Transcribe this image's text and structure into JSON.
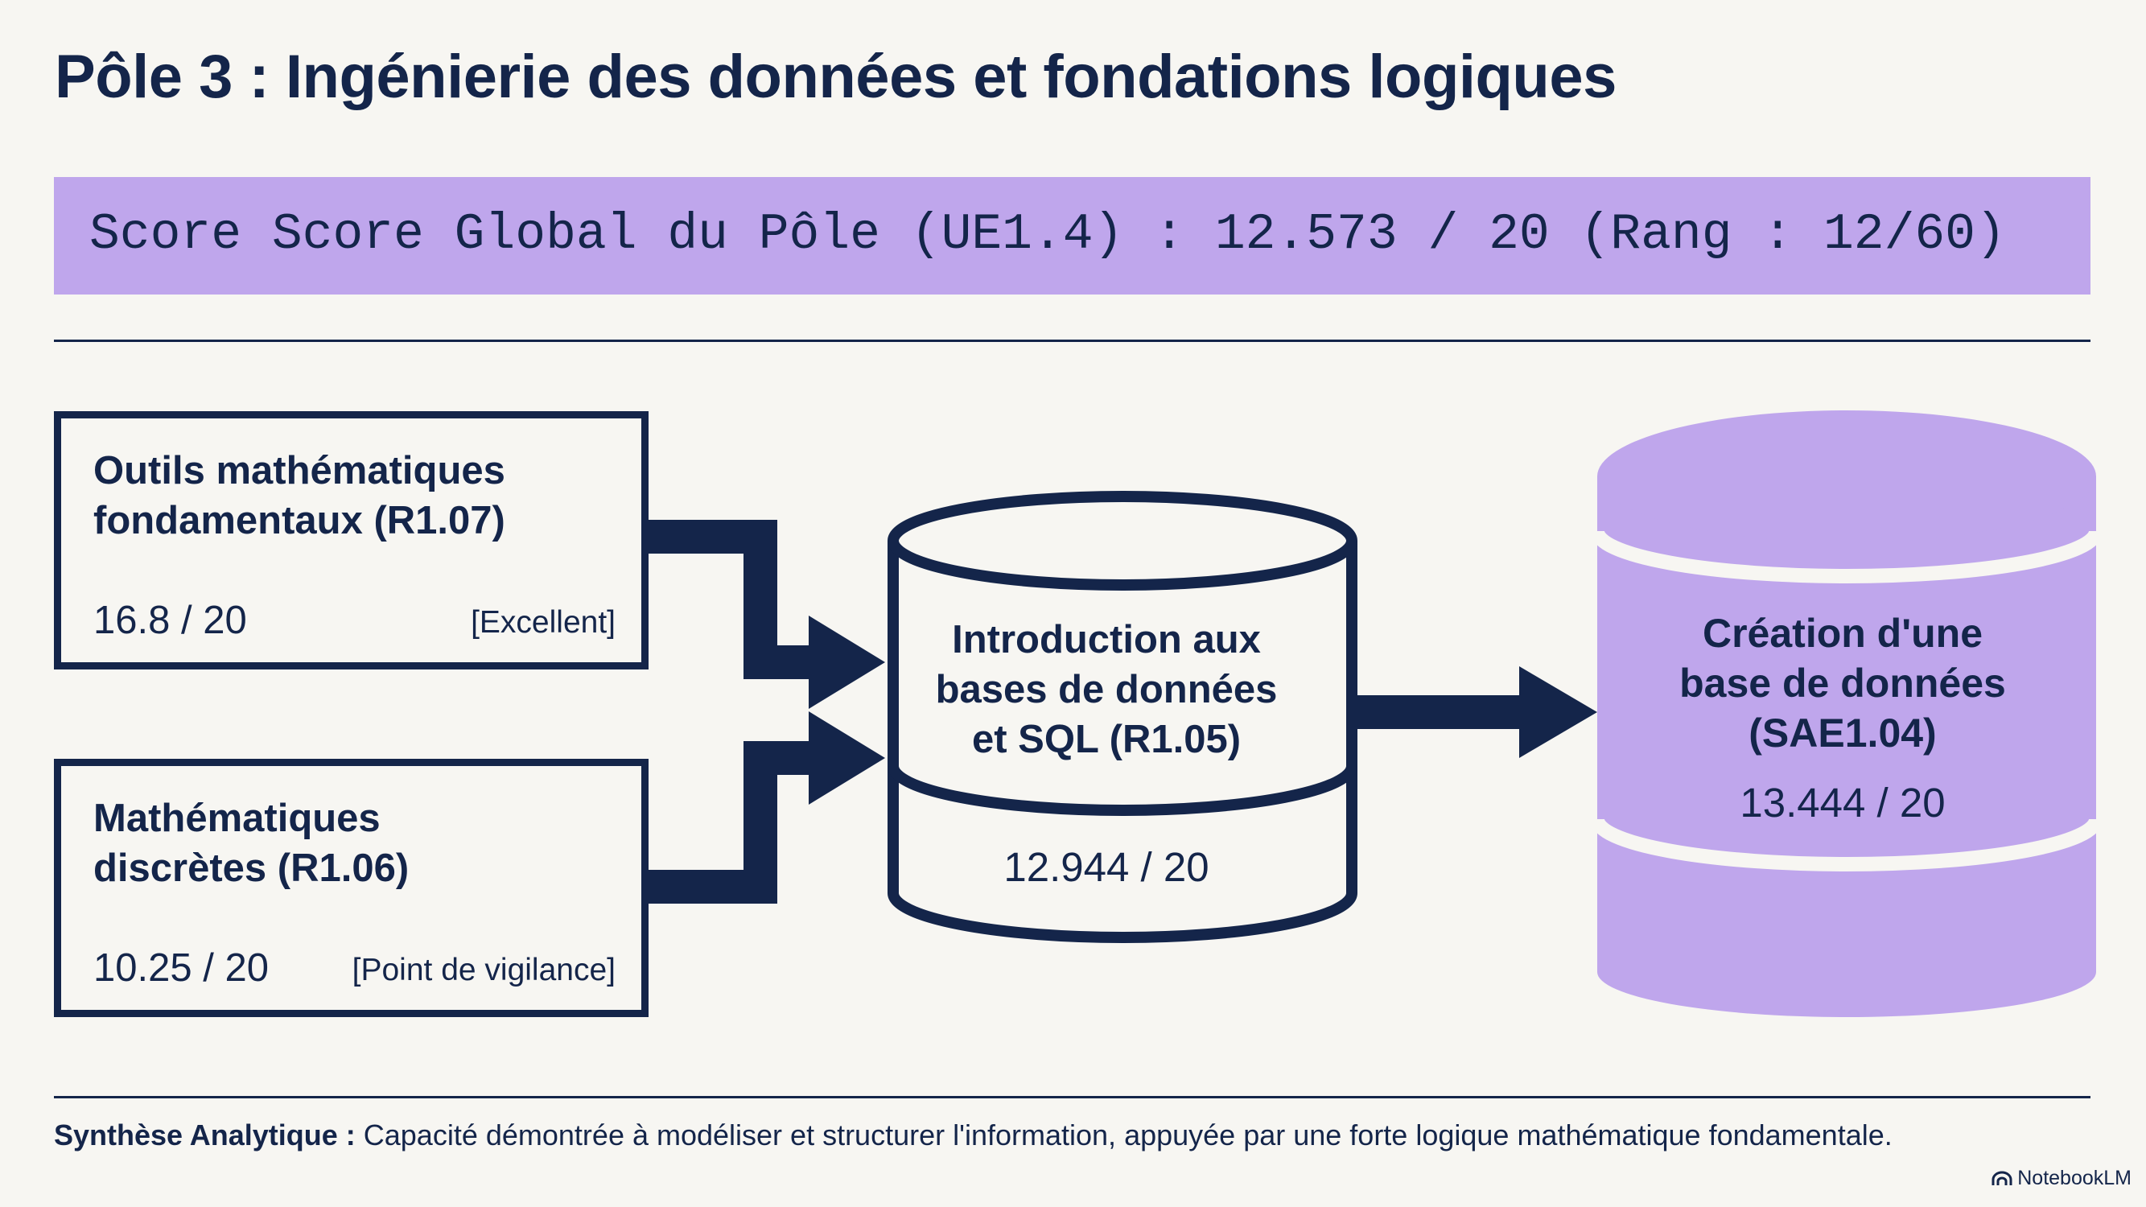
{
  "title": "Pôle 3 : Ingénierie des données et fondations logiques",
  "score_banner": "Score Score Global du Pôle (UE1.4) : 12.573 / 20 (Rang : 12/60)",
  "inputs": [
    {
      "title": "Outils mathématiques\nfondamentaux (R1.07)",
      "score": "16.8 / 20",
      "tag": "[Excellent]"
    },
    {
      "title": "Mathématiques\ndiscrètes (R1.06)",
      "score": "10.25 / 20",
      "tag": "[Point de vigilance]"
    }
  ],
  "center_db": {
    "title": "Introduction aux\nbases de données\net SQL (R1.05)",
    "score": "12.944 / 20"
  },
  "output_db": {
    "title": "Création d'une\nbase de données\n(SAE1.04)",
    "score": "13.444 / 20"
  },
  "synthesis": {
    "label": "Synthèse Analytique :",
    "text": "Capacité démontrée à modéliser et structurer l'information, appuyée par une forte logique mathématique fondamentale."
  },
  "brand": "NotebookLM",
  "icons": {
    "brand": "notebooklm-logo-icon"
  },
  "colors": {
    "navy": "#14254a",
    "lavender": "#bfa6ec",
    "background": "#f7f6f2"
  }
}
